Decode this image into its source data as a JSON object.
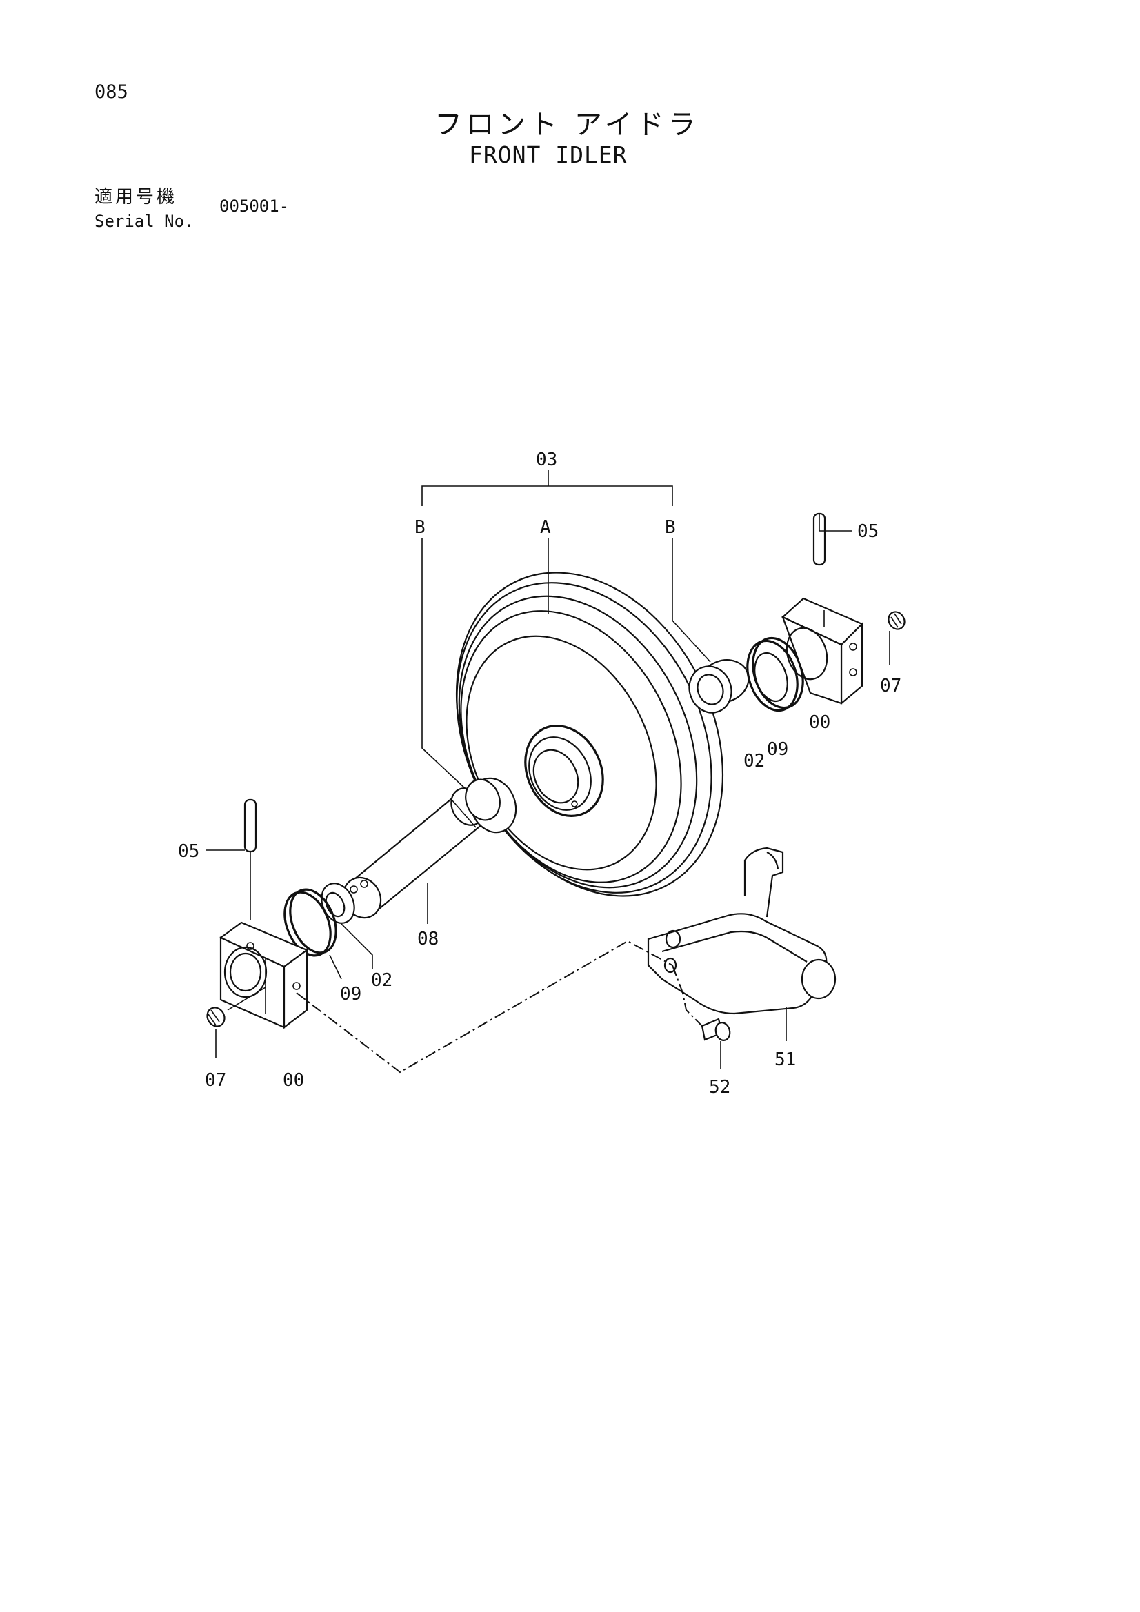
{
  "header": {
    "page_number": "085",
    "title_jp": "フロント アイドラ",
    "title_en": "FRONT IDLER",
    "serial_label_jp": "適用号機",
    "serial_label_en": "Serial No.",
    "serial_value": "005001-"
  },
  "callouts": {
    "assy": "03",
    "a": "A",
    "b_left": "B",
    "b_right": "B",
    "pin_right": "05",
    "plug_right": "07",
    "bracket_right": "00",
    "seal_right": "09",
    "collar_right": "02",
    "pin_left": "05",
    "shaft": "08",
    "seal_left": "09",
    "collar_left": "02",
    "plug_left": "07",
    "bracket_left": "00",
    "yoke": "51",
    "bolt": "52"
  }
}
